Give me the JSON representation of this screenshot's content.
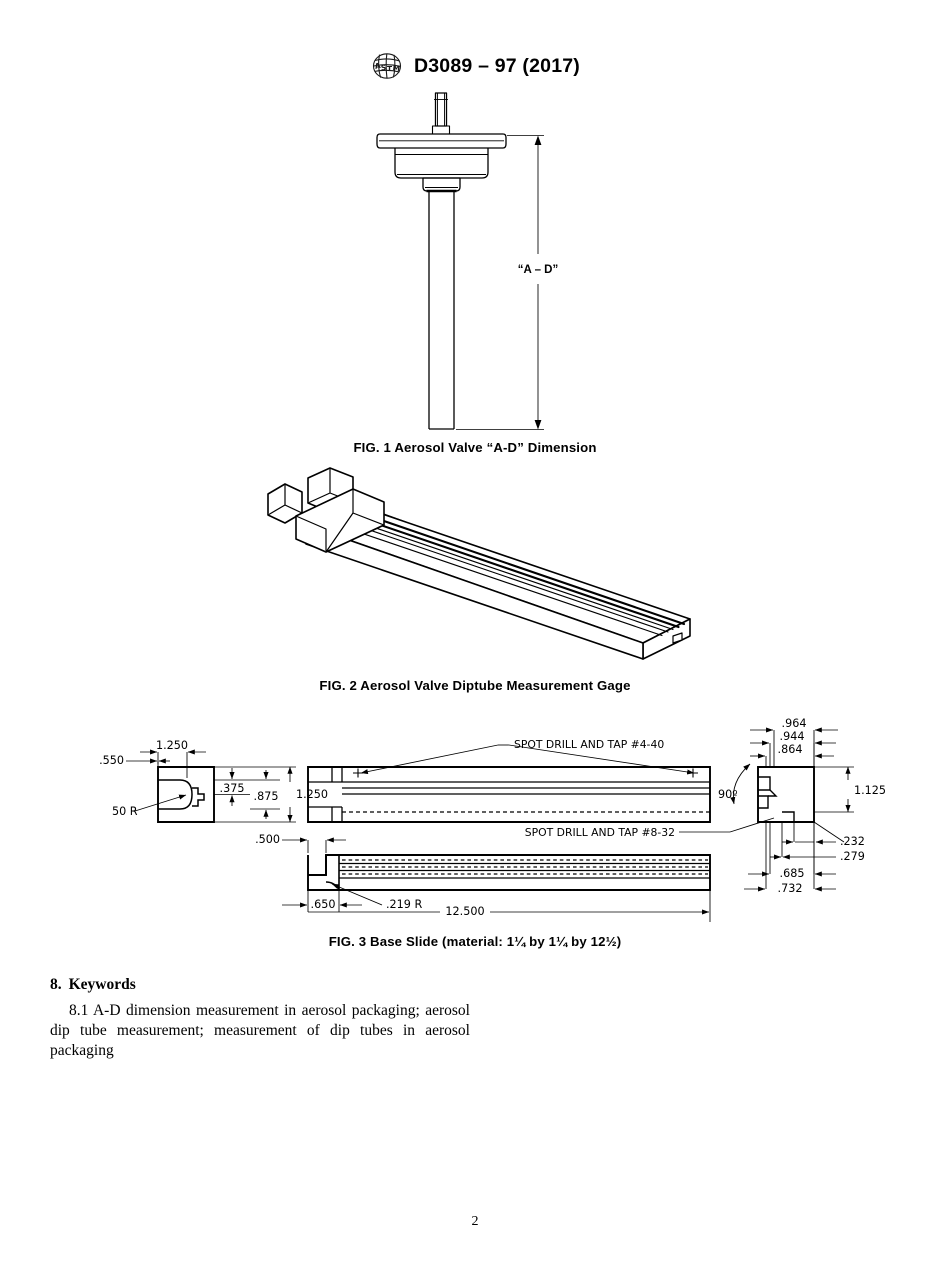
{
  "header": {
    "logo_icon": "astm-logo-icon",
    "standard_designation": "D3089 – 97 (2017)"
  },
  "figures": [
    {
      "id": "figure-1",
      "caption": "FIG. 1 Aerosol Valve “A-D” Dimension",
      "dimension_label": "“A – D”",
      "description": "Aerosol valve assembly shown in elevation with stem, mounting cup and dip tube; overall A-D dimension indicated by a vertical dimension line at the right."
    },
    {
      "id": "figure-2",
      "caption": "FIG. 2 Aerosol Valve Diptube Measurement Gage",
      "description": "Isometric view of the diptube measurement gage: a long grooved base slide with locating blocks at the near end."
    },
    {
      "id": "figure-3",
      "caption": "FIG. 3 Base Slide (material: 1¼ by 1¼ by 12½)",
      "notes": [
        "SPOT DRILL AND TAP #4-40",
        "SPOT DRILL AND TAP #8-32"
      ],
      "dimensions": {
        "left_end_view": [
          "1.250",
          ".550",
          ".375",
          ".875",
          "1.250",
          "50 R"
        ],
        "right_end_view": [
          ".964",
          ".944",
          ".864",
          "1.125",
          "90º",
          ".232",
          ".279",
          ".685",
          ".732"
        ],
        "side_view": [
          ".500",
          ".650",
          ".219 R",
          "12.500"
        ]
      }
    }
  ],
  "keywords_section": {
    "heading_number": "8.",
    "heading_title": "Keywords",
    "paragraph_number": "8.1",
    "paragraph_text": "A-D dimension measurement in aerosol packaging; aerosol dip tube measurement; measurement of dip tubes in aerosol packaging"
  },
  "footer": {
    "page_number": "2"
  }
}
